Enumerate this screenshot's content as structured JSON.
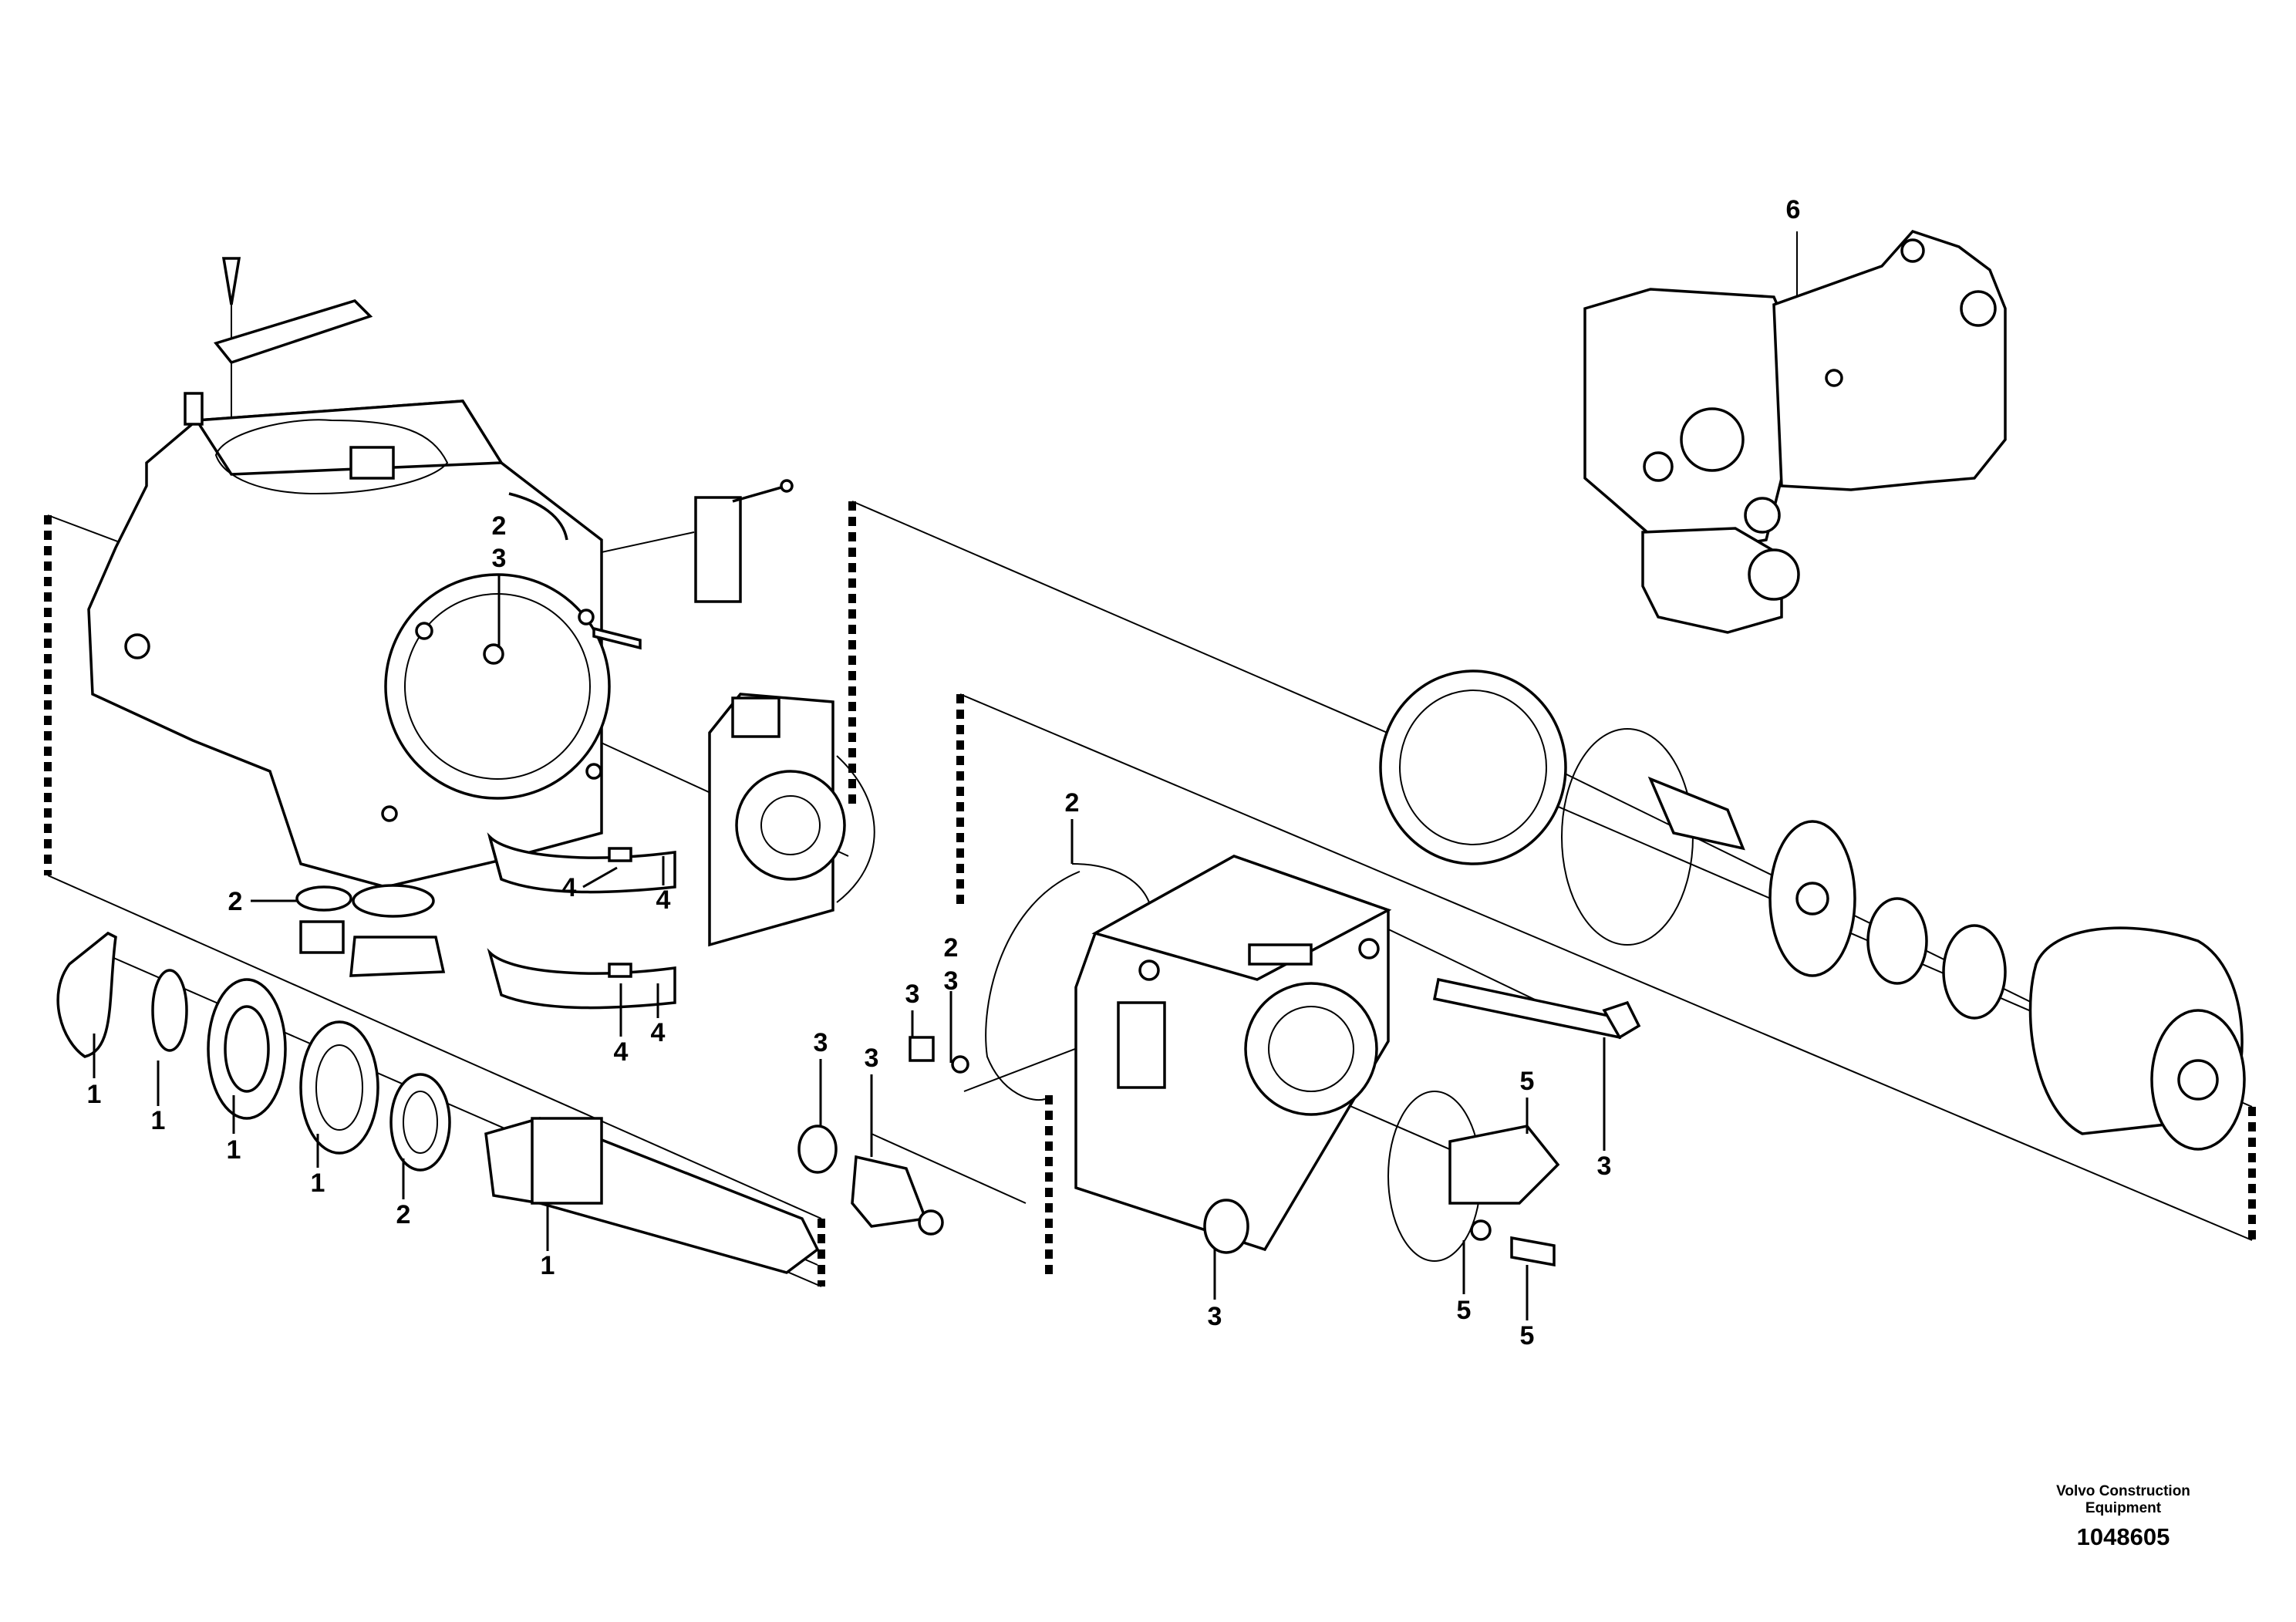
{
  "diagram": {
    "labels": [
      "1",
      "1",
      "1",
      "1",
      "2",
      "1",
      "2",
      "3",
      "2",
      "4",
      "4",
      "4",
      "4",
      "2",
      "2",
      "3",
      "3",
      "3",
      "3",
      "3",
      "3",
      "5",
      "5",
      "5",
      "6"
    ]
  },
  "credit": {
    "company": "Volvo Construction Equipment",
    "document_number": "1048605"
  }
}
